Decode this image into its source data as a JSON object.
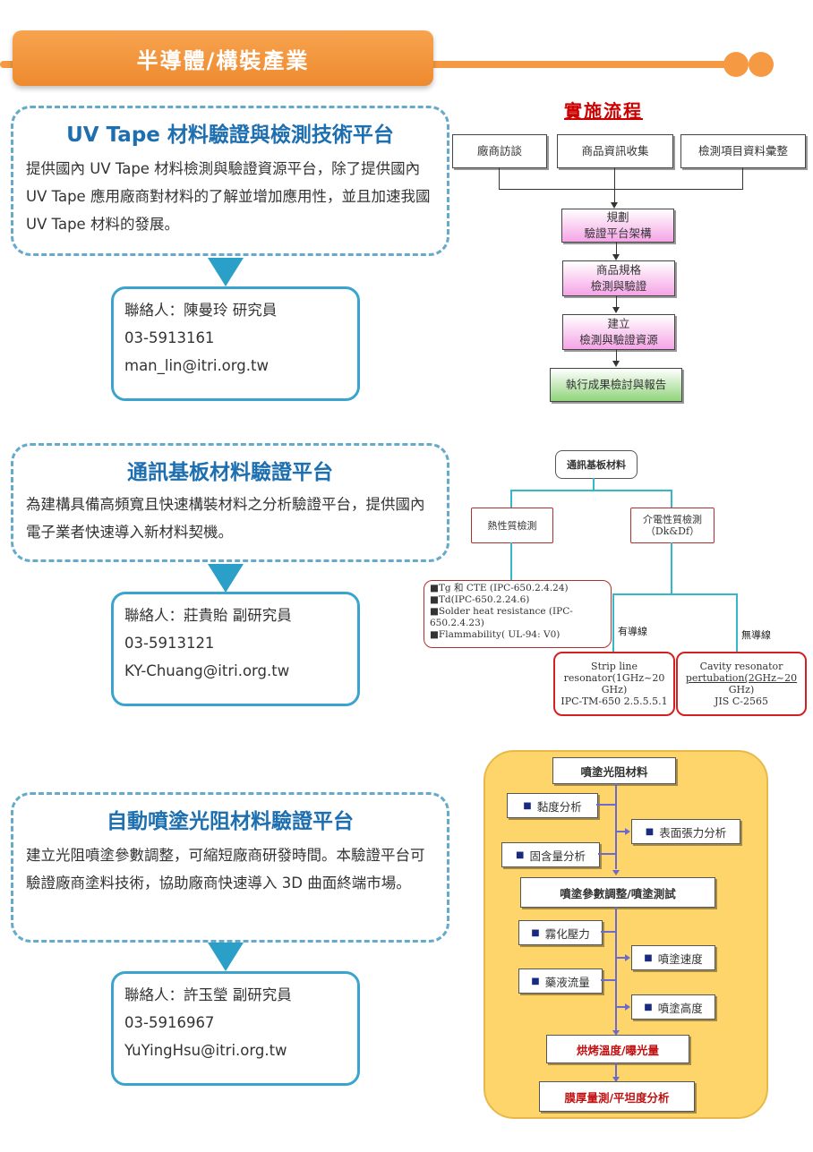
{
  "header": {
    "title": "半導體/構裝產業"
  },
  "platforms": [
    {
      "title": "UV Tape 材料驗證與檢測技術平台",
      "description": "提供國內 UV Tape 材料檢測與驗證資源平台，除了提供國內 UV Tape 應用廠商對材料的了解並增加應用性，並且加速我國 UV Tape 材料的發展。",
      "contact": {
        "name": "聯絡人：陳曼玲  研究員",
        "phone": "03-5913161",
        "email": "man_lin@itri.org.tw"
      }
    },
    {
      "title": "通訊基板材料驗證平台",
      "description": "為建構具備高頻寬且快速構裝材料之分析驗證平台，提供國內電子業者快速導入新材料契機。",
      "contact": {
        "name": "聯絡人：莊貴貽  副研究員",
        "phone": "03-5913121",
        "email": "KY-Chuang@itri.org.tw"
      }
    },
    {
      "title": "自動噴塗光阻材料驗證平台",
      "description": "建立光阻噴塗參數調整，可縮短廠商研發時間。本驗證平台可驗證廠商塗料技術，協助廠商快速導入 3D 曲面終端市場。",
      "contact": {
        "name": "聯絡人：許玉瑩  副研究員",
        "phone": "03-5916967",
        "email": "YuYingHsu@itri.org.tw"
      }
    }
  ],
  "flow1": {
    "title": "實施流程",
    "top_boxes": [
      "廠商訪談",
      "商品資訊收集",
      "檢測項目資料彙整"
    ],
    "step1": [
      "規劃",
      "驗證平台架構"
    ],
    "step2": [
      "商品規格",
      "檢測與驗證"
    ],
    "step3": [
      "建立",
      "檢測與驗證資源"
    ],
    "final": "執行成果檢討與報告"
  },
  "flow2": {
    "root": "通訊基板材料",
    "thermal": "熱性質檢測",
    "dielectric": [
      "介電性質檢測",
      "（Dk&Df）"
    ],
    "thermal_items": [
      "■Tg 和 CTE (IPC-650.2.4.24)",
      "■Td(IPC-650.2.24.6)",
      "■Solder heat resistance (IPC-650.2.4.23)",
      "■Flammability( UL-94: V0)"
    ],
    "wired_label": "有導線",
    "wireless_label": "無導線",
    "strip": [
      "Strip line",
      "resonator(1GHz~20",
      "GHz)",
      "IPC-TM-650 2.5.5.5.1"
    ],
    "cavity": [
      "Cavity resonator",
      "pertubation(2GHz~20",
      "GHz)",
      "JIS C-2565"
    ]
  },
  "flow3": {
    "root": "噴塗光阻材料",
    "viscosity": "黏度分析",
    "surface_tension": "表面張力分析",
    "solid_content": "固含量分析",
    "params": "噴塗參數調整/噴塗測試",
    "atomize": "霧化壓力",
    "speed": "噴塗速度",
    "flow": "藥液流量",
    "height": "噴塗高度",
    "bake": "烘烤溫度/曝光量",
    "measure": "膜厚量測/平坦度分析"
  },
  "colors": {
    "accent_orange": "#f59a43",
    "title_blue": "#1e6fb0",
    "dash_blue": "#66aacb",
    "panel_yellow": "#fdd56a"
  }
}
